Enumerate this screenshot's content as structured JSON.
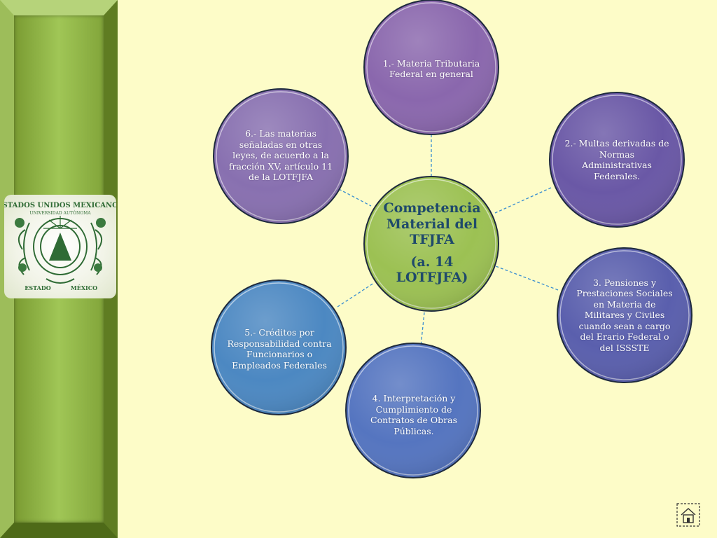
{
  "diagram": {
    "center": {
      "title_lines": [
        "Competencia",
        "Material del",
        "TFJFA"
      ],
      "sub_lines": [
        "(a. 14",
        "LOTFJFA)"
      ]
    },
    "nodes": [
      {
        "id": "node-1",
        "text": "1.- Materia Tributaria Federal en general",
        "color": "#8a67ad"
      },
      {
        "id": "node-2",
        "text": "2.- Multas derivadas de Normas Administrativas Federales.",
        "color": "#6a58a6"
      },
      {
        "id": "node-3",
        "text": "3. Pensiones y Prestaciones Sociales en Materia de Militares y Civiles cuando sean a cargo del Erario Federal o del ISSSTE",
        "color": "#5a5fad"
      },
      {
        "id": "node-4",
        "text": "4. Interpretación y Cumplimiento de Contratos de Obras Públicas.",
        "color": "#5575c0"
      },
      {
        "id": "node-5",
        "text": "5.- Créditos por Responsabilidad contra Funcionarios o Empleados Federales",
        "color": "#4c88c2"
      },
      {
        "id": "node-6",
        "text": "6.- Las materias señaladas en otras leyes, de acuerdo a la fracción XV, artículo 11 de la LOTFJFA",
        "color": "#8870b0"
      }
    ],
    "center_color": "#9cc153"
  },
  "seal": {
    "top_text": "ESTADOS UNIDOS MEXICANOS",
    "ring_text": "UNIVERSIDAD AUTÓNOMA",
    "bottom_left": "ESTADO",
    "bottom_right": "MÉXICO"
  },
  "icons": {
    "home": "home-icon"
  }
}
